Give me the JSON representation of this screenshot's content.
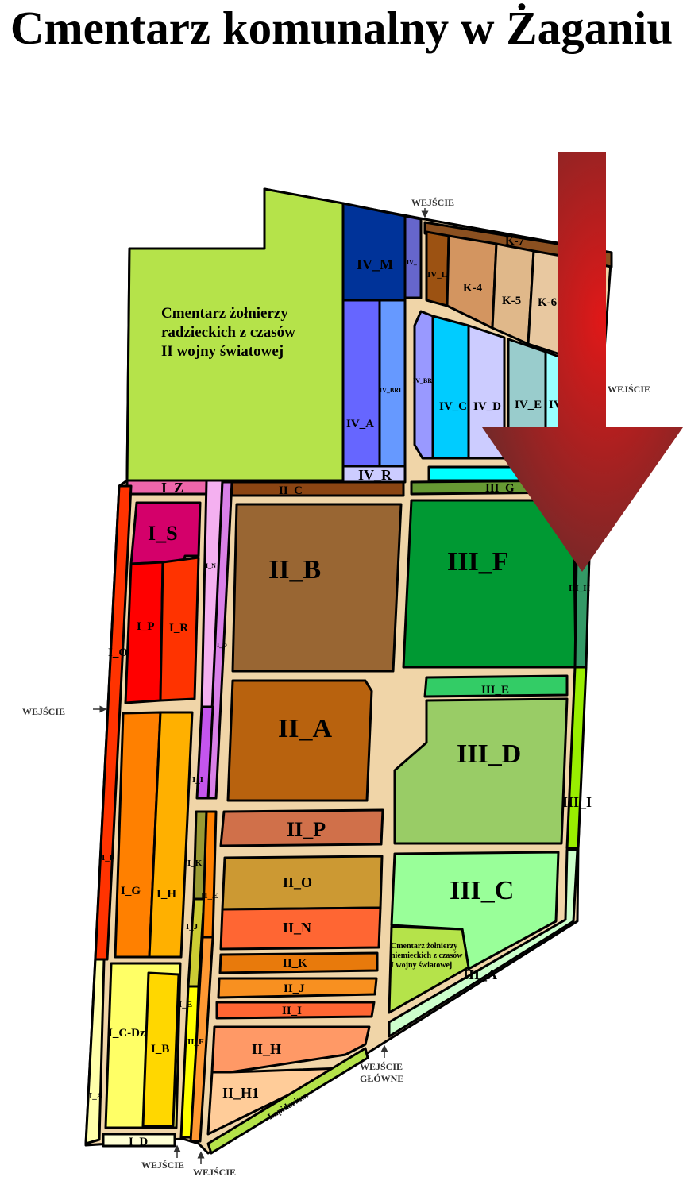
{
  "title": "Cmentarz komunalny w Żaganiu",
  "soviet_cemetery": [
    "Cmentarz żołnierzy",
    "radzieckich z czasów",
    "II wojny światowej"
  ],
  "german_cemetery": [
    "Cmentarz żołnierzy",
    "niemieckich z czasów",
    "I wojny światowej"
  ],
  "lapidarium": "Lapidarium",
  "entrances": {
    "top": "WEJŚCIE",
    "right": "WEJŚCIE",
    "left": "WEJŚCIE",
    "bottom_left": "WEJŚCIE",
    "bottom_right": "WEJŚCIE",
    "main": [
      "WEJŚCIE",
      "GŁÓWNE"
    ]
  },
  "sections": {
    "IV_M": "IV_M",
    "IV_small": "IV_",
    "IV_A": "IV_A",
    "IV_BRI": "IV_BRI",
    "IV_R": "IV_R",
    "K7": "K-7",
    "IV_L": "IV_L",
    "K4": "K-4",
    "K5": "K-5",
    "K6": "K-6",
    "IV_BR": "IV_BR",
    "IV_C": "IV_C",
    "IV_D": "IV_D",
    "IV_E": "IV_E",
    "IV_F": "IV",
    "III_G": "III_G",
    "II_C": "II_C",
    "I_Z": "I_Z",
    "I_N": "I_N",
    "I_D_strip": "I_D",
    "I_I": "I_I",
    "I_O": "I_O",
    "I_S": "I_S",
    "I_P": "I_P",
    "I_R": "I_R",
    "I_F": "I_F",
    "I_G": "I_G",
    "I_H": "I_H",
    "I_C_Dz": "I_C-Dz",
    "I_B": "I_B",
    "I_A": "I_A",
    "I_D": "I_D",
    "I_K": "I_K",
    "I_J": "I_J",
    "I_E": "I_E",
    "II_E": "II_E",
    "II_F": "II_F",
    "II_B": "II_B",
    "III_F": "III_F",
    "III_H": "III_H",
    "II_A": "II_A",
    "III_E": "III_E",
    "III_D": "III_D",
    "III_I": "III_I",
    "II_P": "II_P",
    "II_O": "II_O",
    "II_N": "II_N",
    "II_K": "II_K",
    "II_J": "II_J",
    "II_I": "II_I",
    "II_H": "II_H",
    "II_H1": "II_H1",
    "III_C": "III_C",
    "III_A": "III_A"
  },
  "colors": {
    "path": "#f0d5a8",
    "arrow_light": "#e01818",
    "arrow_dark": "#6a2a2a"
  }
}
